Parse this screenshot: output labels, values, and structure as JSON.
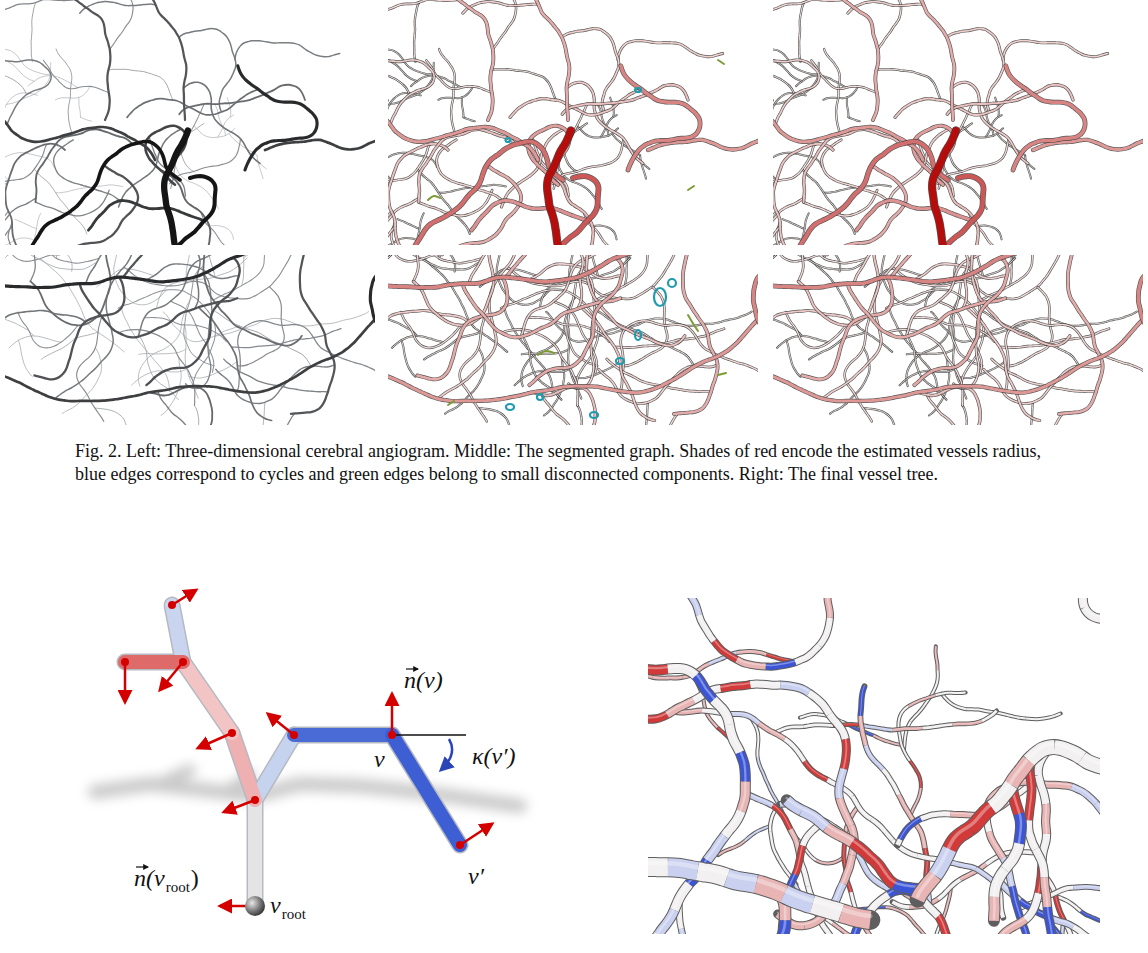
{
  "diagram": {
    "caption": "Fig. 2. Left: Three-dimensional cerebral angiogram. Middle: The segmented graph. Shades of red encode the estimated vessels radius, blue edges correspond to cycles and green edges belong to small disconnected components. Right: The final vessel tree.",
    "labels": [
      "n(v)",
      "v",
      "κ(v′)",
      "v′",
      "n(v",
      "root",
      ")",
      "v",
      "root"
    ]
  }
}
